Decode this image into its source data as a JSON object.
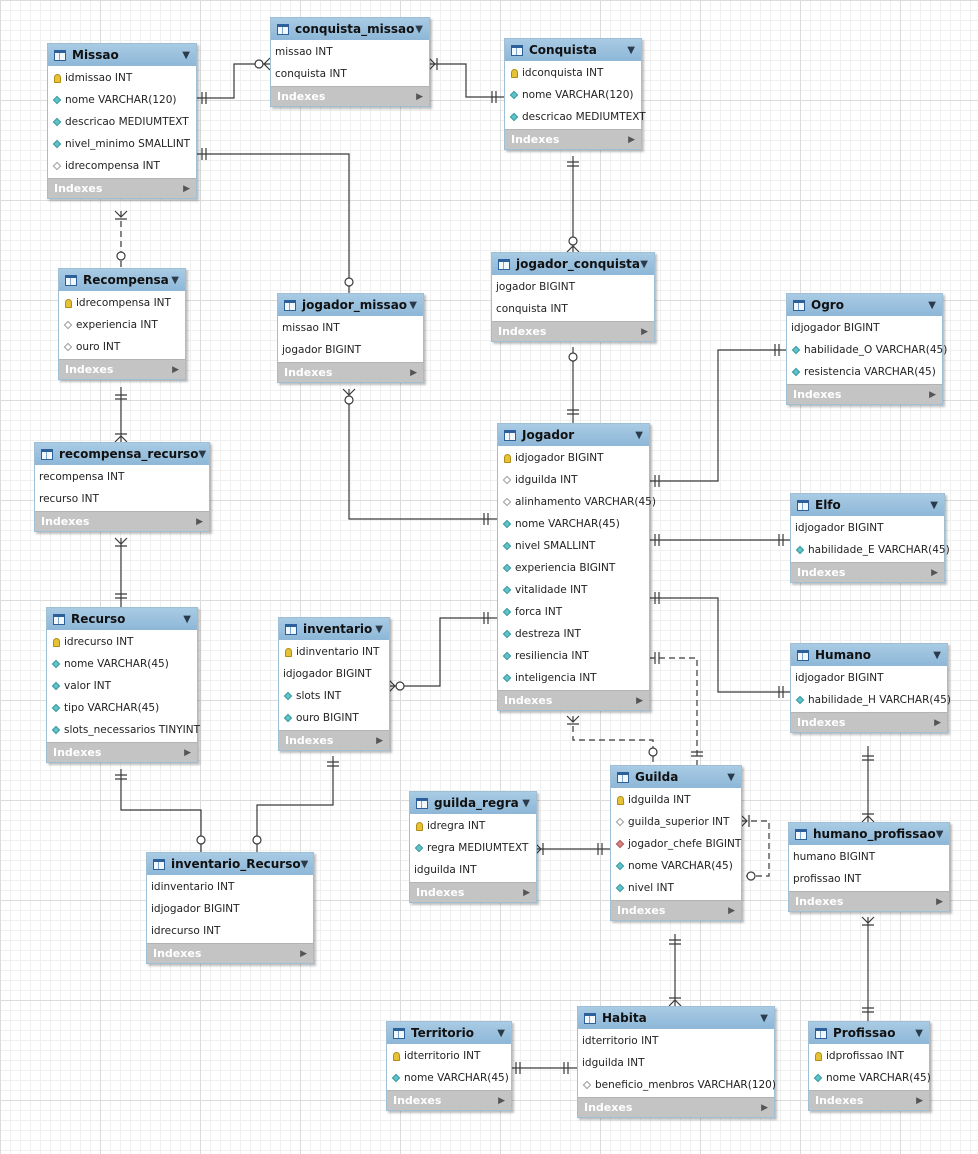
{
  "tables": {
    "missao": {
      "name": "Missao",
      "footer": "Indexes",
      "columns": [
        {
          "icon": "key-icon",
          "text": "idmissao INT"
        },
        {
          "icon": "filled-diamond-icon",
          "text": "nome VARCHAR(120)"
        },
        {
          "icon": "filled-diamond-icon",
          "text": "descricao MEDIUMTEXT"
        },
        {
          "icon": "filled-diamond-icon",
          "text": "nivel_minimo SMALLINT"
        },
        {
          "icon": "hollow-diamond-icon",
          "text": "idrecompensa INT"
        }
      ]
    },
    "conquista_missao": {
      "name": "conquista_missao",
      "footer": "Indexes",
      "columns": [
        {
          "icon": "",
          "text": "missao INT"
        },
        {
          "icon": "",
          "text": "conquista INT"
        }
      ]
    },
    "conquista": {
      "name": "Conquista",
      "footer": "Indexes",
      "columns": [
        {
          "icon": "key-icon",
          "text": "idconquista INT"
        },
        {
          "icon": "filled-diamond-icon",
          "text": "nome VARCHAR(120)"
        },
        {
          "icon": "filled-diamond-icon",
          "text": "descricao MEDIUMTEXT"
        }
      ]
    },
    "recompensa": {
      "name": "Recompensa",
      "footer": "Indexes",
      "columns": [
        {
          "icon": "key-icon",
          "text": "idrecompensa INT"
        },
        {
          "icon": "hollow-diamond-icon",
          "text": "experiencia INT"
        },
        {
          "icon": "hollow-diamond-icon",
          "text": "ouro INT"
        }
      ]
    },
    "jogador_missao": {
      "name": "jogador_missao",
      "footer": "Indexes",
      "columns": [
        {
          "icon": "",
          "text": "missao INT"
        },
        {
          "icon": "",
          "text": "jogador BIGINT"
        }
      ]
    },
    "jogador_conquista": {
      "name": "jogador_conquista",
      "footer": "Indexes",
      "columns": [
        {
          "icon": "",
          "text": "jogador BIGINT"
        },
        {
          "icon": "",
          "text": "conquista INT"
        }
      ]
    },
    "ogro": {
      "name": "Ogro",
      "footer": "Indexes",
      "columns": [
        {
          "icon": "",
          "text": "idjogador BIGINT"
        },
        {
          "icon": "filled-diamond-icon",
          "text": "habilidade_O VARCHAR(45)"
        },
        {
          "icon": "filled-diamond-icon",
          "text": "resistencia VARCHAR(45)"
        }
      ]
    },
    "recompensa_recurso": {
      "name": "recompensa_recurso",
      "footer": "Indexes",
      "columns": [
        {
          "icon": "",
          "text": "recompensa INT"
        },
        {
          "icon": "",
          "text": "recurso INT"
        }
      ]
    },
    "jogador": {
      "name": "Jogador",
      "footer": "Indexes",
      "columns": [
        {
          "icon": "key-icon",
          "text": "idjogador BIGINT"
        },
        {
          "icon": "hollow-diamond-icon",
          "text": "idguilda INT"
        },
        {
          "icon": "hollow-diamond-icon",
          "text": "alinhamento VARCHAR(45)"
        },
        {
          "icon": "filled-diamond-icon",
          "text": "nome VARCHAR(45)"
        },
        {
          "icon": "filled-diamond-icon",
          "text": "nivel SMALLINT"
        },
        {
          "icon": "filled-diamond-icon",
          "text": "experiencia BIGINT"
        },
        {
          "icon": "filled-diamond-icon",
          "text": "vitalidade INT"
        },
        {
          "icon": "filled-diamond-icon",
          "text": "forca INT"
        },
        {
          "icon": "filled-diamond-icon",
          "text": "destreza INT"
        },
        {
          "icon": "filled-diamond-icon",
          "text": "resiliencia INT"
        },
        {
          "icon": "filled-diamond-icon",
          "text": "inteligencia INT"
        }
      ]
    },
    "elfo": {
      "name": "Elfo",
      "footer": "Indexes",
      "columns": [
        {
          "icon": "",
          "text": "idjogador BIGINT"
        },
        {
          "icon": "filled-diamond-icon",
          "text": "habilidade_E VARCHAR(45)"
        }
      ]
    },
    "recurso": {
      "name": "Recurso",
      "footer": "Indexes",
      "columns": [
        {
          "icon": "key-icon",
          "text": "idrecurso INT"
        },
        {
          "icon": "filled-diamond-icon",
          "text": "nome VARCHAR(45)"
        },
        {
          "icon": "filled-diamond-icon",
          "text": "valor INT"
        },
        {
          "icon": "filled-diamond-icon",
          "text": "tipo VARCHAR(45)"
        },
        {
          "icon": "filled-diamond-icon",
          "text": "slots_necessarios TINYINT"
        }
      ]
    },
    "inventario": {
      "name": "inventario",
      "footer": "Indexes",
      "columns": [
        {
          "icon": "key-icon",
          "text": "idinventario INT"
        },
        {
          "icon": "",
          "text": "idjogador BIGINT"
        },
        {
          "icon": "filled-diamond-icon",
          "text": "slots INT"
        },
        {
          "icon": "filled-diamond-icon",
          "text": "ouro BIGINT"
        }
      ]
    },
    "humano": {
      "name": "Humano",
      "footer": "Indexes",
      "columns": [
        {
          "icon": "",
          "text": "idjogador BIGINT"
        },
        {
          "icon": "filled-diamond-icon",
          "text": "habilidade_H VARCHAR(45)"
        }
      ]
    },
    "guilda": {
      "name": "Guilda",
      "footer": "Indexes",
      "columns": [
        {
          "icon": "key-icon",
          "text": "idguilda INT"
        },
        {
          "icon": "hollow-diamond-icon",
          "text": "guilda_superior INT"
        },
        {
          "icon": "red-diamond-icon",
          "text": "jogador_chefe BIGINT"
        },
        {
          "icon": "filled-diamond-icon",
          "text": "nome VARCHAR(45)"
        },
        {
          "icon": "filled-diamond-icon",
          "text": "nivel INT"
        }
      ]
    },
    "guilda_regra": {
      "name": "guilda_regra",
      "footer": "Indexes",
      "columns": [
        {
          "icon": "key-icon",
          "text": "idregra INT"
        },
        {
          "icon": "filled-diamond-icon",
          "text": "regra MEDIUMTEXT"
        },
        {
          "icon": "",
          "text": "idguilda INT"
        }
      ]
    },
    "humano_profissao": {
      "name": "humano_profissao",
      "footer": "Indexes",
      "columns": [
        {
          "icon": "",
          "text": "humano BIGINT"
        },
        {
          "icon": "",
          "text": "profissao INT"
        }
      ]
    },
    "inventario_recurso": {
      "name": "inventario_Recurso",
      "footer": "Indexes",
      "columns": [
        {
          "icon": "",
          "text": "idinventario INT"
        },
        {
          "icon": "",
          "text": "idjogador BIGINT"
        },
        {
          "icon": "",
          "text": "idrecurso INT"
        }
      ]
    },
    "territorio": {
      "name": "Territorio",
      "footer": "Indexes",
      "columns": [
        {
          "icon": "key-icon",
          "text": "idterritorio INT"
        },
        {
          "icon": "filled-diamond-icon",
          "text": "nome VARCHAR(45)"
        }
      ]
    },
    "habita": {
      "name": "Habita",
      "footer": "Indexes",
      "columns": [
        {
          "icon": "",
          "text": "idterritorio INT"
        },
        {
          "icon": "",
          "text": "idguilda INT"
        },
        {
          "icon": "hollow-diamond-icon",
          "text": "beneficio_menbros VARCHAR(120)"
        }
      ]
    },
    "profissao": {
      "name": "Profissao",
      "footer": "Indexes",
      "columns": [
        {
          "icon": "key-icon",
          "text": "idprofissao INT"
        },
        {
          "icon": "filled-diamond-icon",
          "text": "nome VARCHAR(45)"
        }
      ]
    }
  }
}
